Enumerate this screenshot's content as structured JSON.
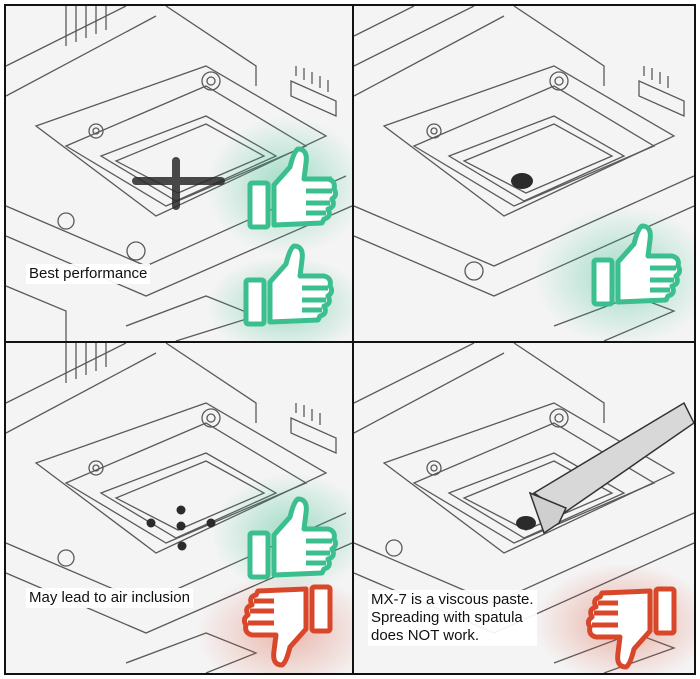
{
  "panels": [
    {
      "id": "top-left",
      "method": "cross",
      "caption": "Best performance",
      "ratings": [
        "up",
        "up"
      ]
    },
    {
      "id": "top-right",
      "method": "dot",
      "caption": "",
      "ratings": [
        "up"
      ]
    },
    {
      "id": "bottom-left",
      "method": "five-dots",
      "caption": "May lead to air inclusion",
      "ratings": [
        "up",
        "down"
      ]
    },
    {
      "id": "bottom-right",
      "method": "spatula",
      "caption": "MX-7 is a viscous paste.\nSpreading with spatula\ndoes NOT work.",
      "ratings": [
        "down"
      ]
    }
  ],
  "colors": {
    "thumbs_up": "#3bbf8f",
    "thumbs_down": "#d9472b",
    "line_art": "#5a5a5a",
    "paste": "#2b2b2b"
  },
  "icons": [
    "thumbs-up-icon",
    "thumbs-down-icon",
    "spatula-icon"
  ]
}
